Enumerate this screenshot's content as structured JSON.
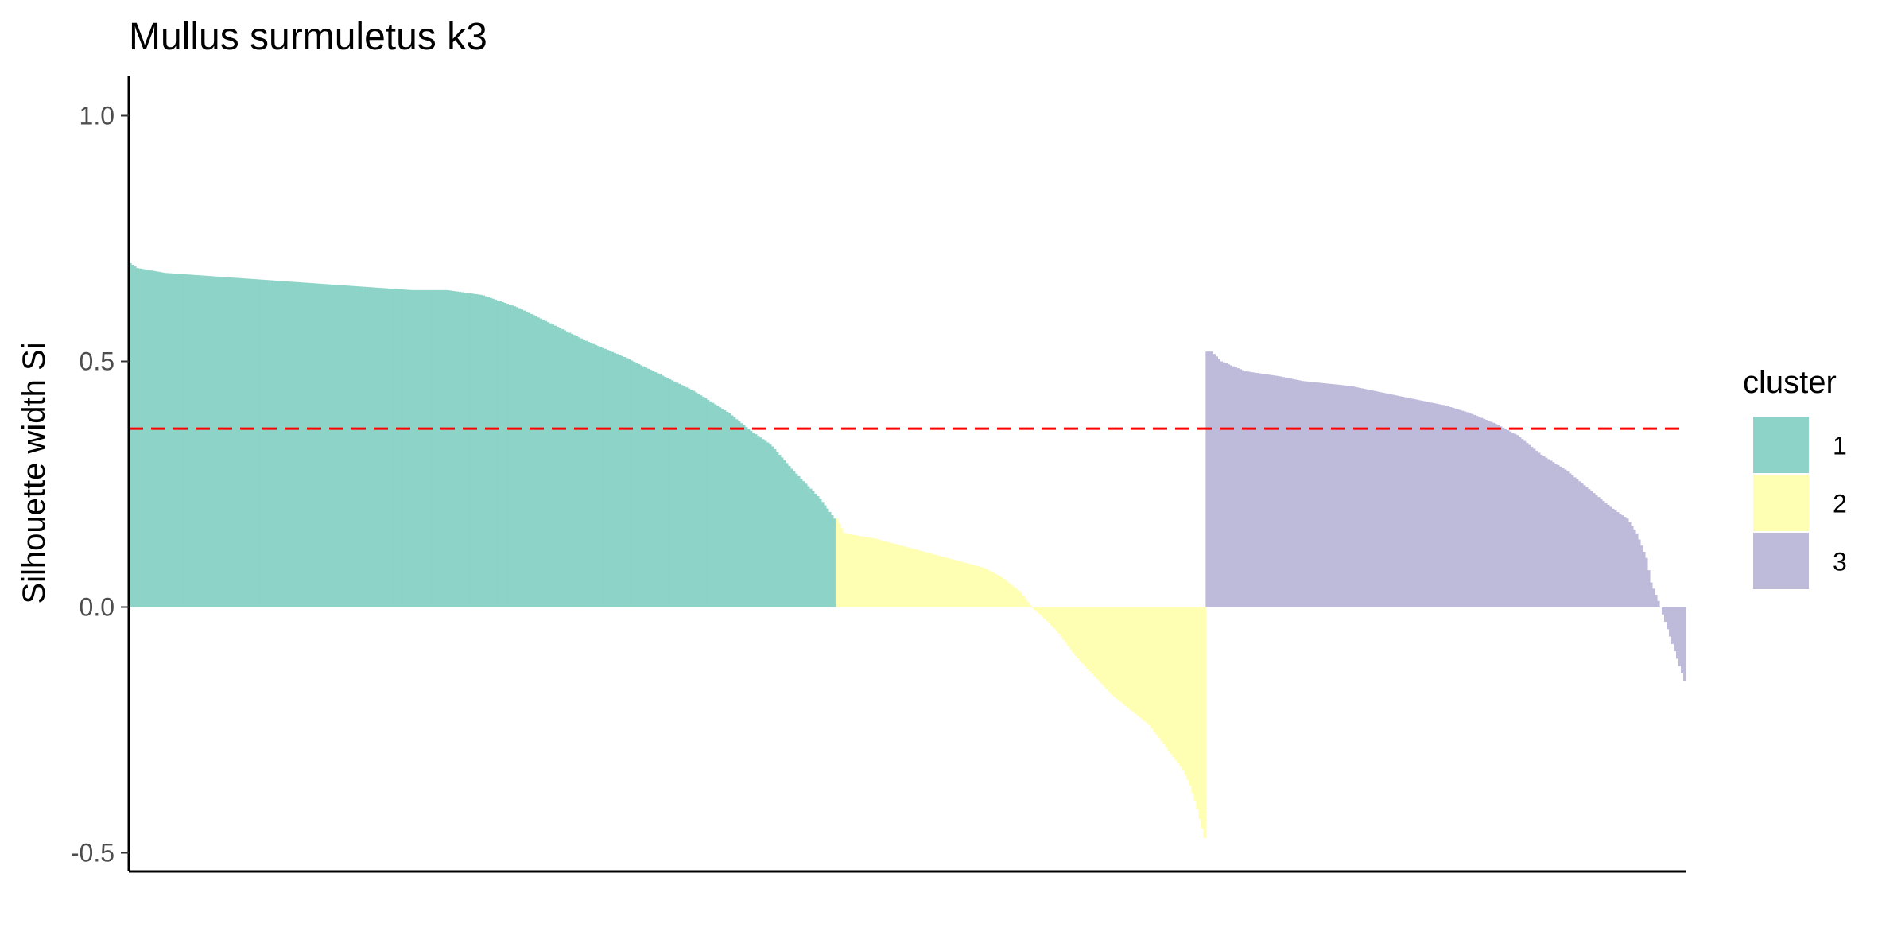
{
  "chart_data": {
    "type": "bar",
    "title": "Mullus surmuletus k3",
    "xlabel": "",
    "ylabel": "Silhouette width Si",
    "ylim": [
      -0.54,
      1.06
    ],
    "yticks": [
      -0.5,
      0.0,
      0.5,
      1.0
    ],
    "ytick_labels": [
      "-0.5",
      "0.0",
      "0.5",
      "1.0"
    ],
    "x_axis_ticks": false,
    "grid": false,
    "average_line": {
      "value": 0.363,
      "color": "#ff0000",
      "style": "dashed"
    },
    "legend": {
      "title": "cluster",
      "placement": "right",
      "entries": [
        {
          "label": "1",
          "color": "#8dd3c7"
        },
        {
          "label": "2",
          "color": "#ffffb3"
        },
        {
          "label": "3",
          "color": "#bebada"
        }
      ]
    },
    "clusters": [
      {
        "cluster": "1",
        "n": 296,
        "color": "#8dd3c7",
        "profile_fraction": [
          0,
          0.01,
          0.05,
          0.1,
          0.2,
          0.3,
          0.4,
          0.45,
          0.5,
          0.55,
          0.6,
          0.65,
          0.7,
          0.75,
          0.8,
          0.85,
          0.88,
          0.91,
          0.94,
          0.96,
          0.98,
          0.99,
          1.0
        ],
        "profile_value": [
          0.7,
          0.69,
          0.68,
          0.675,
          0.665,
          0.655,
          0.645,
          0.645,
          0.635,
          0.61,
          0.575,
          0.54,
          0.51,
          0.475,
          0.44,
          0.395,
          0.36,
          0.33,
          0.28,
          0.25,
          0.22,
          0.2,
          0.18
        ]
      },
      {
        "cluster": "2",
        "n": 155,
        "color": "#ffffb3",
        "profile_fraction": [
          0,
          0.02,
          0.1,
          0.2,
          0.3,
          0.4,
          0.45,
          0.5,
          0.53,
          0.56,
          0.6,
          0.65,
          0.7,
          0.75,
          0.8,
          0.85,
          0.88,
          0.91,
          0.94,
          0.96,
          0.98,
          0.99,
          1.0
        ],
        "profile_value": [
          0.18,
          0.15,
          0.14,
          0.12,
          0.1,
          0.08,
          0.06,
          0.03,
          0.0,
          -0.02,
          -0.05,
          -0.1,
          -0.14,
          -0.18,
          -0.21,
          -0.24,
          -0.27,
          -0.3,
          -0.33,
          -0.36,
          -0.41,
          -0.44,
          -0.47
        ]
      },
      {
        "cluster": "3",
        "n": 201,
        "color": "#bebada",
        "profile_fraction": [
          0,
          0.01,
          0.03,
          0.08,
          0.15,
          0.2,
          0.3,
          0.4,
          0.5,
          0.55,
          0.6,
          0.65,
          0.7,
          0.75,
          0.8,
          0.85,
          0.88,
          0.9,
          0.92,
          0.93,
          0.95,
          0.97,
          0.99,
          1.0
        ],
        "profile_value": [
          0.52,
          0.52,
          0.5,
          0.48,
          0.47,
          0.46,
          0.45,
          0.43,
          0.41,
          0.395,
          0.375,
          0.35,
          0.31,
          0.28,
          0.24,
          0.2,
          0.18,
          0.15,
          0.1,
          0.05,
          0.0,
          -0.06,
          -0.12,
          -0.15
        ]
      }
    ]
  }
}
